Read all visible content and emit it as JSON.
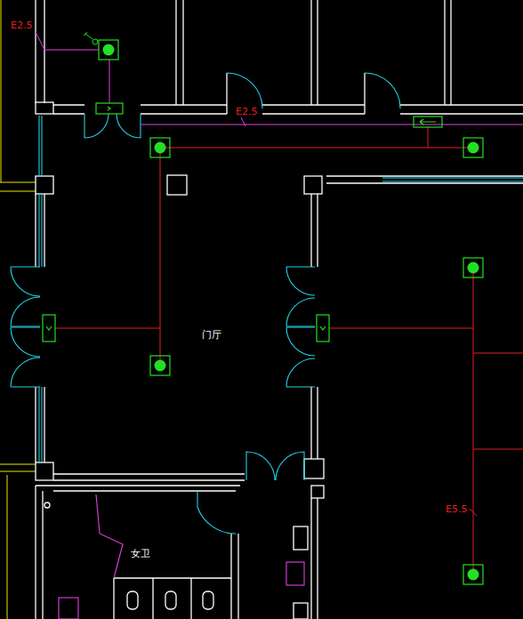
{
  "diagram": {
    "labels": [
      "E2.5",
      "E2.5",
      "门厅",
      "E5.5",
      "女卫"
    ]
  }
}
